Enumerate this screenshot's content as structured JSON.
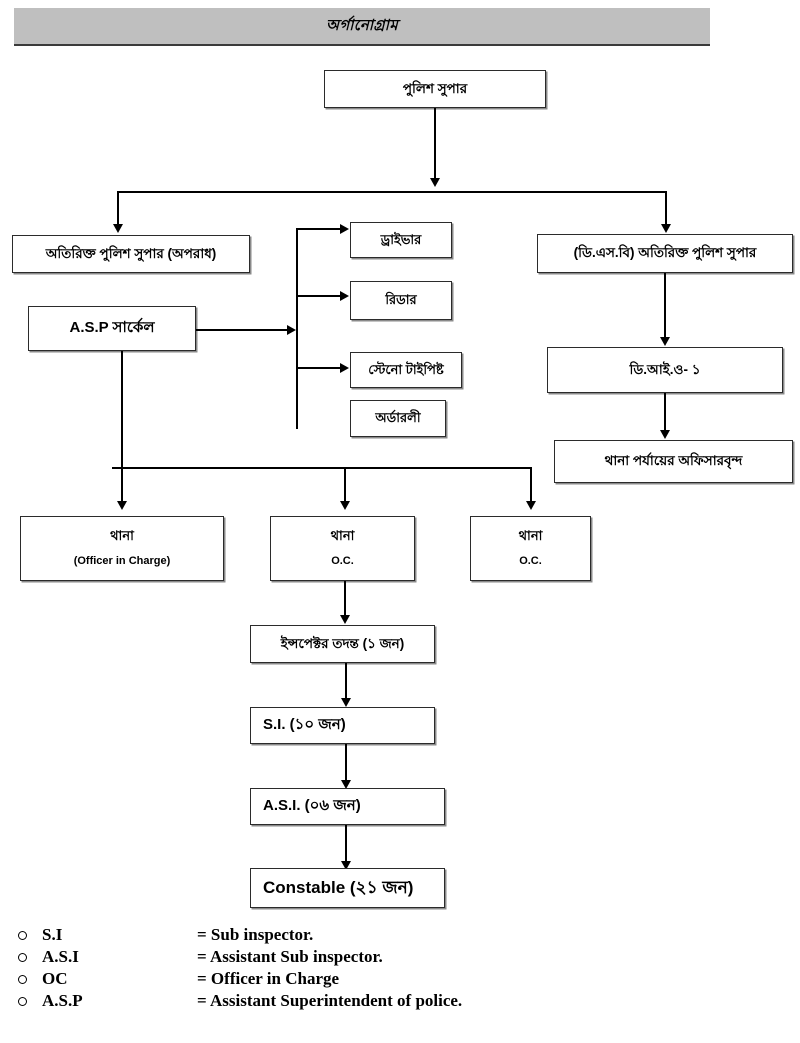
{
  "header": {
    "title": "অর্গানোগ্রাম"
  },
  "nodes": {
    "sp": {
      "label": "পুলিশ সুপার"
    },
    "addl_sp_crime": {
      "label": "অতিরিক্ত পুলিশ সুপার (অপরাধ)"
    },
    "asp_circle": {
      "label": "A.S.P সার্কেল"
    },
    "driver": {
      "label": "ড্রাইভার"
    },
    "reader": {
      "label": "রিডার"
    },
    "steno": {
      "label": "স্টেনো টাইপিষ্ট"
    },
    "orderly": {
      "label": "অর্ডারলী"
    },
    "addl_sp_dsb": {
      "label": "(ডি.এস.বি) অতিরিক্ত পুলিশ সুপার"
    },
    "dio1": {
      "label": "ডি.আই.ও- ১"
    },
    "thana_officers": {
      "label": "থানা পর্যায়ের অফিসারবৃন্দ"
    },
    "thana1": {
      "label": "থানা",
      "sub": "(Officer in Charge)"
    },
    "thana2": {
      "label": "থানা",
      "sub": "O.C."
    },
    "thana3": {
      "label": "থানা",
      "sub": "O.C."
    },
    "inspector": {
      "label": "ইন্সপেক্টর তদন্ত (১ জন)"
    },
    "si": {
      "label": "S.I. (১০ জন)"
    },
    "asi": {
      "label": "A.S.I. (০৬ জন)"
    },
    "constable": {
      "label": "Constable (২১ জন)"
    }
  },
  "legend": {
    "items": [
      {
        "abbr": "S.I",
        "meaning": "= Sub inspector."
      },
      {
        "abbr": "A.S.I",
        "meaning": "= Assistant Sub inspector."
      },
      {
        "abbr": "OC",
        "meaning": "= Officer in Charge"
      },
      {
        "abbr": "A.S.P",
        "meaning": "= Assistant Superintendent of police."
      }
    ]
  },
  "colors": {
    "banner_bg": "#bfbfbf",
    "line": "#000000",
    "box_border": "#2b2b2b"
  }
}
